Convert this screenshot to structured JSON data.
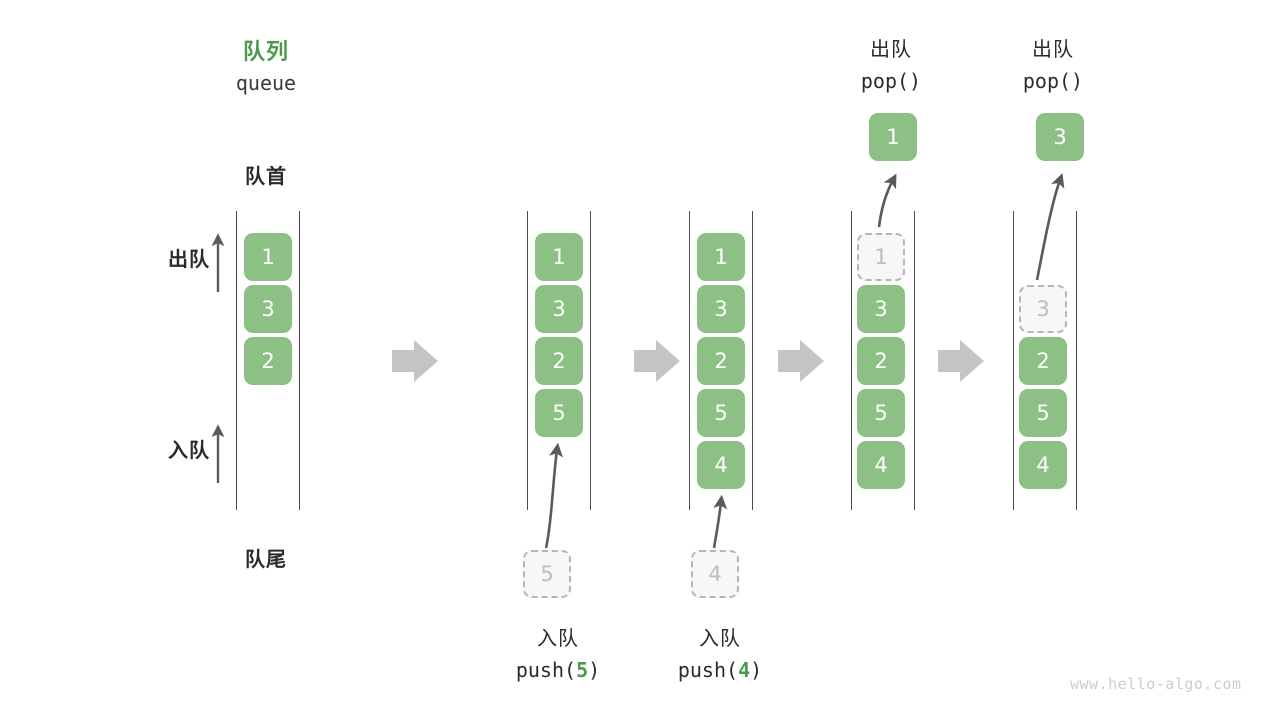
{
  "diagram": {
    "title_cn": "队列",
    "title_en": "queue",
    "front_label": "队首",
    "rear_label": "队尾",
    "dequeue_label": "出队",
    "enqueue_label": "入队",
    "watermark": "www.hello-algo.com",
    "accent_color": "#4c9a4c",
    "element_color": "#8cc084",
    "ghost_color": "#f7f7f7",
    "ghost_border_color": "#b5b5b5",
    "rail_color": "#4a4a4a",
    "step_arrow_color": "#c4c4c4"
  },
  "steps": [
    {
      "id": "initial",
      "heading_cn": "",
      "heading_code": "",
      "boxes": [
        {
          "value": "1",
          "state": "filled",
          "slot": 0
        },
        {
          "value": "3",
          "state": "filled",
          "slot": 1
        },
        {
          "value": "2",
          "state": "filled",
          "slot": 2
        }
      ],
      "incoming": null,
      "outgoing": null,
      "caption_cn": "",
      "caption_code_prefix": "",
      "caption_code_arg": "",
      "caption_code_suffix": ""
    },
    {
      "id": "push-5",
      "heading_cn": "",
      "heading_code": "",
      "boxes": [
        {
          "value": "1",
          "state": "filled",
          "slot": 0
        },
        {
          "value": "3",
          "state": "filled",
          "slot": 1
        },
        {
          "value": "2",
          "state": "filled",
          "slot": 2
        },
        {
          "value": "5",
          "state": "filled",
          "slot": 3
        }
      ],
      "incoming": {
        "value": "5",
        "state": "ghost"
      },
      "outgoing": null,
      "caption_cn": "入队",
      "caption_code_prefix": "push(",
      "caption_code_arg": "5",
      "caption_code_suffix": ")"
    },
    {
      "id": "push-4",
      "heading_cn": "",
      "heading_code": "",
      "boxes": [
        {
          "value": "1",
          "state": "filled",
          "slot": 0
        },
        {
          "value": "3",
          "state": "filled",
          "slot": 1
        },
        {
          "value": "2",
          "state": "filled",
          "slot": 2
        },
        {
          "value": "5",
          "state": "filled",
          "slot": 3
        },
        {
          "value": "4",
          "state": "filled",
          "slot": 4
        }
      ],
      "incoming": {
        "value": "4",
        "state": "ghost"
      },
      "outgoing": null,
      "caption_cn": "入队",
      "caption_code_prefix": "push(",
      "caption_code_arg": "4",
      "caption_code_suffix": ")"
    },
    {
      "id": "pop-1",
      "heading_cn": "出队",
      "heading_code": "pop()",
      "boxes": [
        {
          "value": "1",
          "state": "ghost",
          "slot": 0
        },
        {
          "value": "3",
          "state": "filled",
          "slot": 1
        },
        {
          "value": "2",
          "state": "filled",
          "slot": 2
        },
        {
          "value": "5",
          "state": "filled",
          "slot": 3
        },
        {
          "value": "4",
          "state": "filled",
          "slot": 4
        }
      ],
      "incoming": null,
      "outgoing": {
        "value": "1",
        "state": "filled"
      },
      "caption_cn": "",
      "caption_code_prefix": "",
      "caption_code_arg": "",
      "caption_code_suffix": ""
    },
    {
      "id": "pop-3",
      "heading_cn": "出队",
      "heading_code": "pop()",
      "boxes": [
        {
          "value": "3",
          "state": "ghost",
          "slot": 1
        },
        {
          "value": "2",
          "state": "filled",
          "slot": 2
        },
        {
          "value": "5",
          "state": "filled",
          "slot": 3
        },
        {
          "value": "4",
          "state": "filled",
          "slot": 4
        }
      ],
      "incoming": null,
      "outgoing": {
        "value": "3",
        "state": "filled"
      },
      "caption_cn": "",
      "caption_code_prefix": "",
      "caption_code_arg": "",
      "caption_code_suffix": ""
    }
  ]
}
